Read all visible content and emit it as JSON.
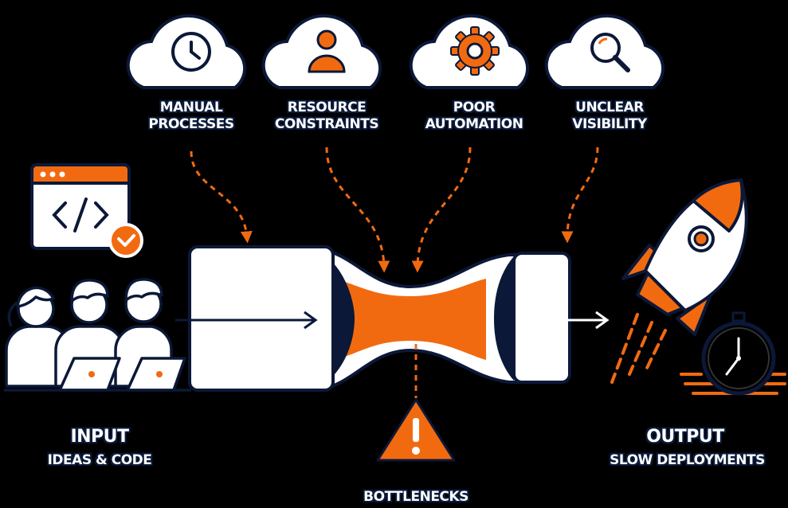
{
  "causes": [
    {
      "icon": "clock-icon",
      "line1": "MANUAL",
      "line2": "PROCESSES"
    },
    {
      "icon": "person-icon",
      "line1": "RESOURCE",
      "line2": "CONSTRAINTS"
    },
    {
      "icon": "gear-icon",
      "line1": "POOR",
      "line2": "AUTOMATION"
    },
    {
      "icon": "magnifier-icon",
      "line1": "UNCLEAR",
      "line2": "VISIBILITY"
    }
  ],
  "input": {
    "title": "INPUT",
    "subtitle": "IDEAS & CODE"
  },
  "output": {
    "title": "OUTPUT",
    "subtitle": "SLOW DEPLOYMENTS"
  },
  "bottleneck": {
    "label": "BOTTLENECKS"
  },
  "colors": {
    "accent": "#f26a10",
    "navy": "#0b1838",
    "white": "#ffffff",
    "background": "#000000"
  }
}
